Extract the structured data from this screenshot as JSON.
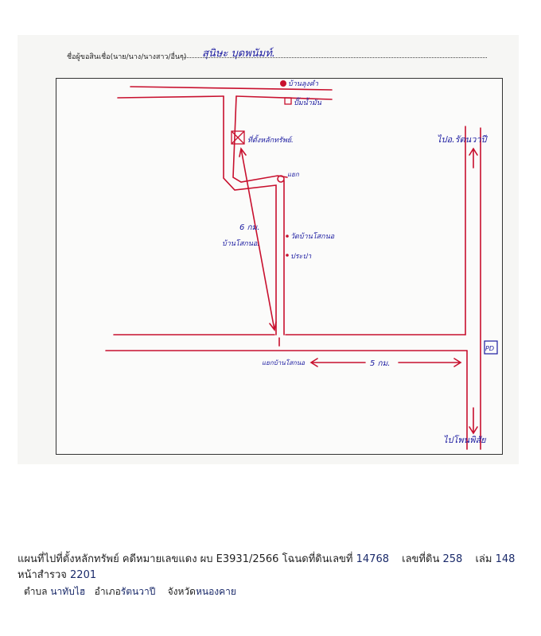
{
  "header": {
    "owner_label": "ชื่อผู้ขอสินเชื่อ(นาย/นาง/นางสาว/อื่นๆ)",
    "owner_name": "สุนิษะ   บุดพนัมท์."
  },
  "map": {
    "labels": {
      "top_house": "บ้านลุงคำ",
      "top_shop": "ปั๊มน้ำมัน",
      "property": "ที่ตั้งหลักทรัพย์.",
      "junction": "แยก",
      "distance_6km": "6 กม.",
      "village": "บ้านโสกนอ.",
      "temple": "วัดบ้านโสกนอ",
      "water": "ประปา",
      "intersection": "แยกบ้านโสกนอ",
      "distance_5km": "5 กม.",
      "to_north": "ไปอ.รัตนวาปี",
      "to_south": "ไปโพนพิสัย",
      "box_mark": "PD"
    },
    "colors": {
      "road": "#c8102e",
      "ink": "#1a1aa0",
      "frame": "#333333"
    }
  },
  "caption": {
    "line1_text": "แผนที่ไปที่ตั้งหลักทรัพย์ คดีหมายเลขแดง ผบ E3931/2566  โฉนดที่ดินเลขที่",
    "deed_no": "14768",
    "land_no_label": "เลขที่ดิน",
    "land_no": "258",
    "book_label": "เล่ม",
    "book_no": "148",
    "survey_label": "หน้าสำรวจ",
    "survey_no": "2201",
    "subdistrict_label": "ตำบล",
    "subdistrict": "นาทับไฮ",
    "district_label": "อำเภอ",
    "district": "รัตนวาปี",
    "province_label": "จังหวัด",
    "province": "หนองคาย"
  }
}
